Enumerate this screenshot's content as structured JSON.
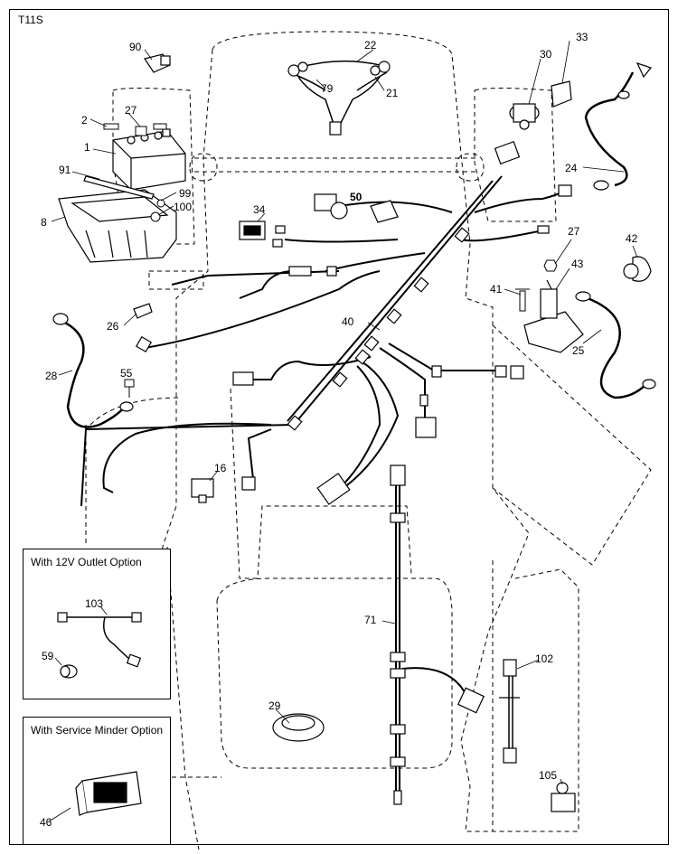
{
  "diagram_code": "T11S",
  "options": {
    "outlet_title": "With 12V Outlet Option",
    "minder_title": "With Service Minder Option"
  },
  "callouts": {
    "p90": "90",
    "p22": "22",
    "p33": "33",
    "p30": "30",
    "p2": "2",
    "p27a": "27",
    "p79": "79",
    "p21": "21",
    "p1": "1",
    "p91": "91",
    "p99": "99",
    "p100": "100",
    "p8": "8",
    "p24": "24",
    "p50": "50",
    "p34": "34",
    "p27b": "27",
    "p42": "42",
    "p43": "43",
    "p41": "41",
    "p26": "26",
    "p40": "40",
    "p25": "25",
    "p28": "28",
    "p55": "55",
    "p16": "16",
    "p103": "103",
    "p59": "59",
    "p71": "71",
    "p102": "102",
    "p29": "29",
    "p46": "46",
    "p105": "105"
  }
}
